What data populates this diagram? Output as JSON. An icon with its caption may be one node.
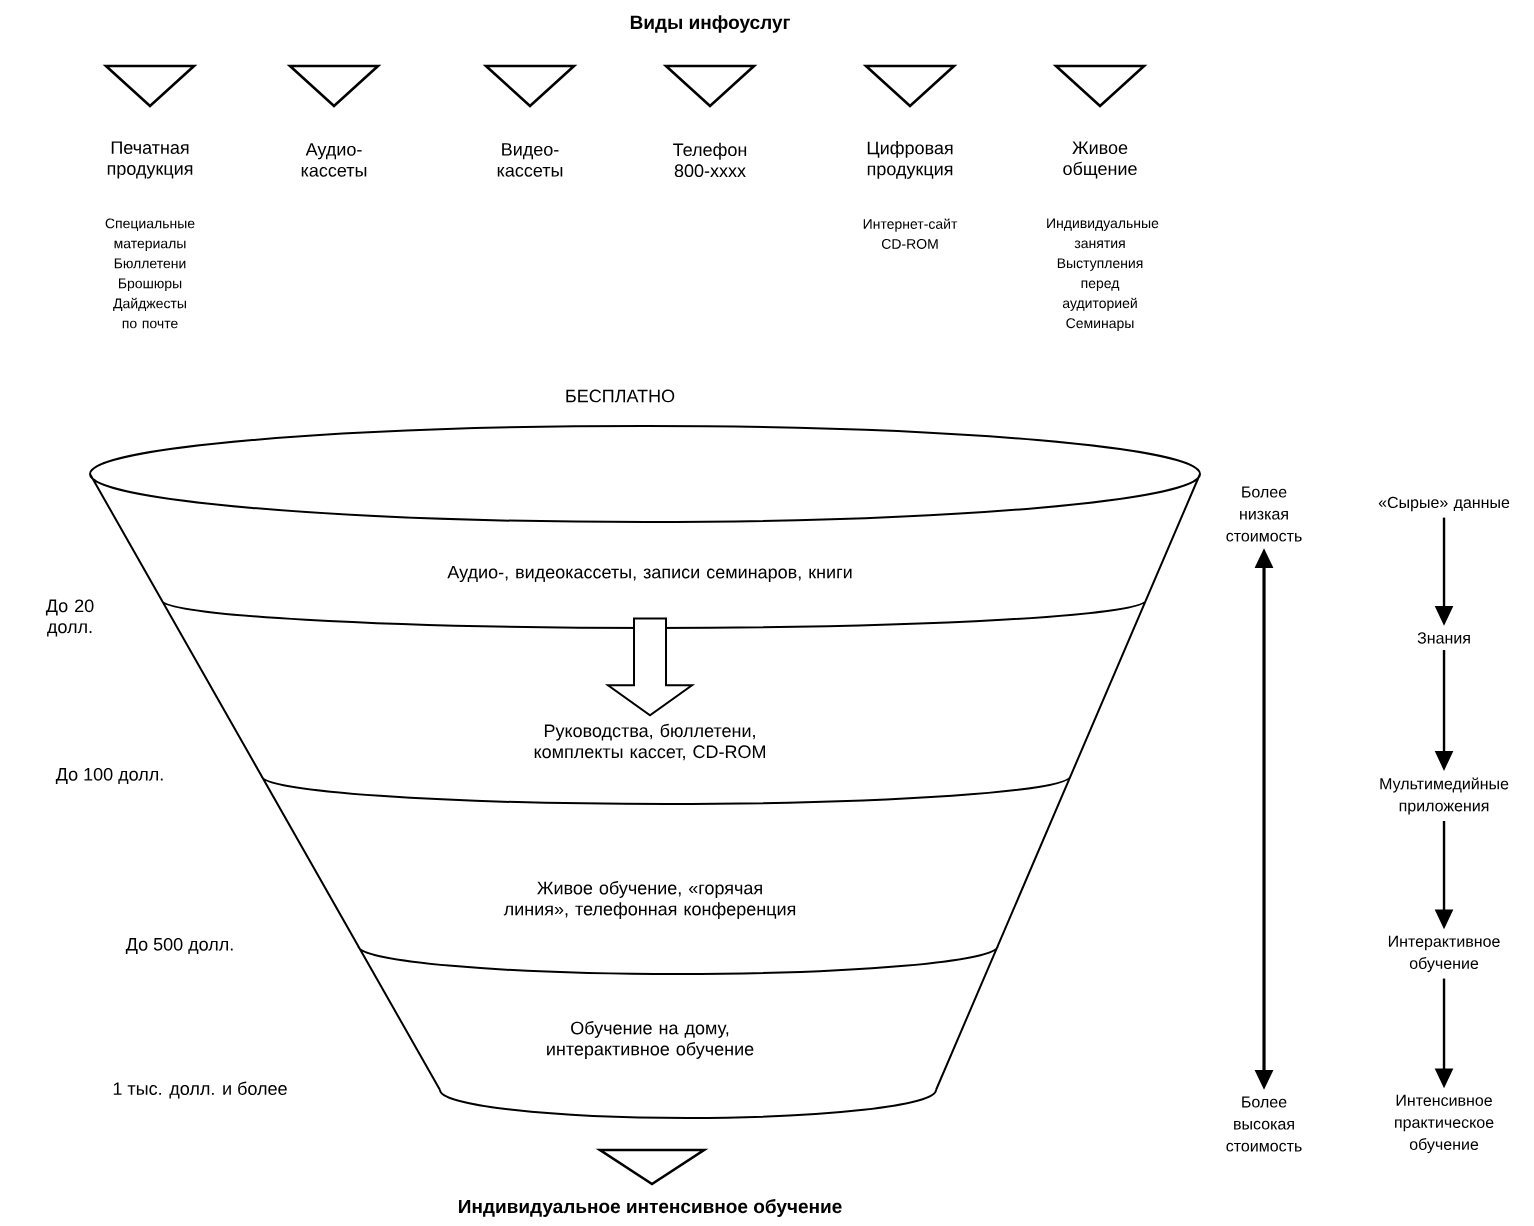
{
  "diagram": {
    "title": "Виды инфоуслуг",
    "nodes": [
      {
        "text": [
          "Печатная продукция",
          "Специальные материалы Бюллетени Брошюры Дайджесты по почте"
        ]
      },
      {
        "text": [
          "Аудио- кассеты"
        ]
      },
      {
        "text": [
          "Видео- кассеты"
        ]
      },
      {
        "text": [
          "Телефон 800-xxxx"
        ]
      },
      {
        "text": [
          "Цифровая продукция",
          "Интернет-сайт CD-ROM"
        ]
      },
      {
        "text": [
          "Живое общение",
          "Индивидуальные занятия Выступления перед аудиторией Семинары"
        ]
      },
      {
        "text": [
          "Аудио-, видеокассеты, записи семинаров, книги"
        ]
      },
      {
        "text": [
          "Руководства, бюллетени, комплекты кассет, CD-ROM"
        ]
      },
      {
        "text": [
          "Живое обучение, «горячая линия», телефонная конференция"
        ]
      },
      {
        "text": [
          "Обучение на дому, интерактивное обучение"
        ]
      },
      {
        "text": [
          "Индивидуальное интенсивное обучение"
        ]
      },
      {
        "text": [
          "Более низкая стоимость"
        ]
      },
      {
        "text": [
          "Более высокая стоимость"
        ]
      },
      {
        "text": [
          "«Сырые» данные"
        ]
      },
      {
        "text": [
          "Знания"
        ]
      },
      {
        "text": [
          "Мультимедийные приложения"
        ]
      },
      {
        "text": [
          "Интерактивное обучение"
        ]
      },
      {
        "text": [
          "Интенсивное практическое обучение"
        ]
      }
    ],
    "edges": [
      {
        "from": 6,
        "to": 7,
        "arrow": "to",
        "style": "thick"
      },
      {
        "from": 11,
        "to": 12,
        "arrow": "both"
      },
      {
        "from": 13,
        "to": 14,
        "arrow": "to"
      },
      {
        "from": 14,
        "to": 15,
        "arrow": "to"
      },
      {
        "from": 15,
        "to": 16,
        "arrow": "to"
      },
      {
        "from": 16,
        "to": 17,
        "arrow": "to"
      }
    ],
    "labels": [
      "БЕСПЛАТНО",
      "До 20 долл.",
      "До 100 долл.",
      "До 500 долл.",
      "1 тыс. долл. и более"
    ]
  }
}
